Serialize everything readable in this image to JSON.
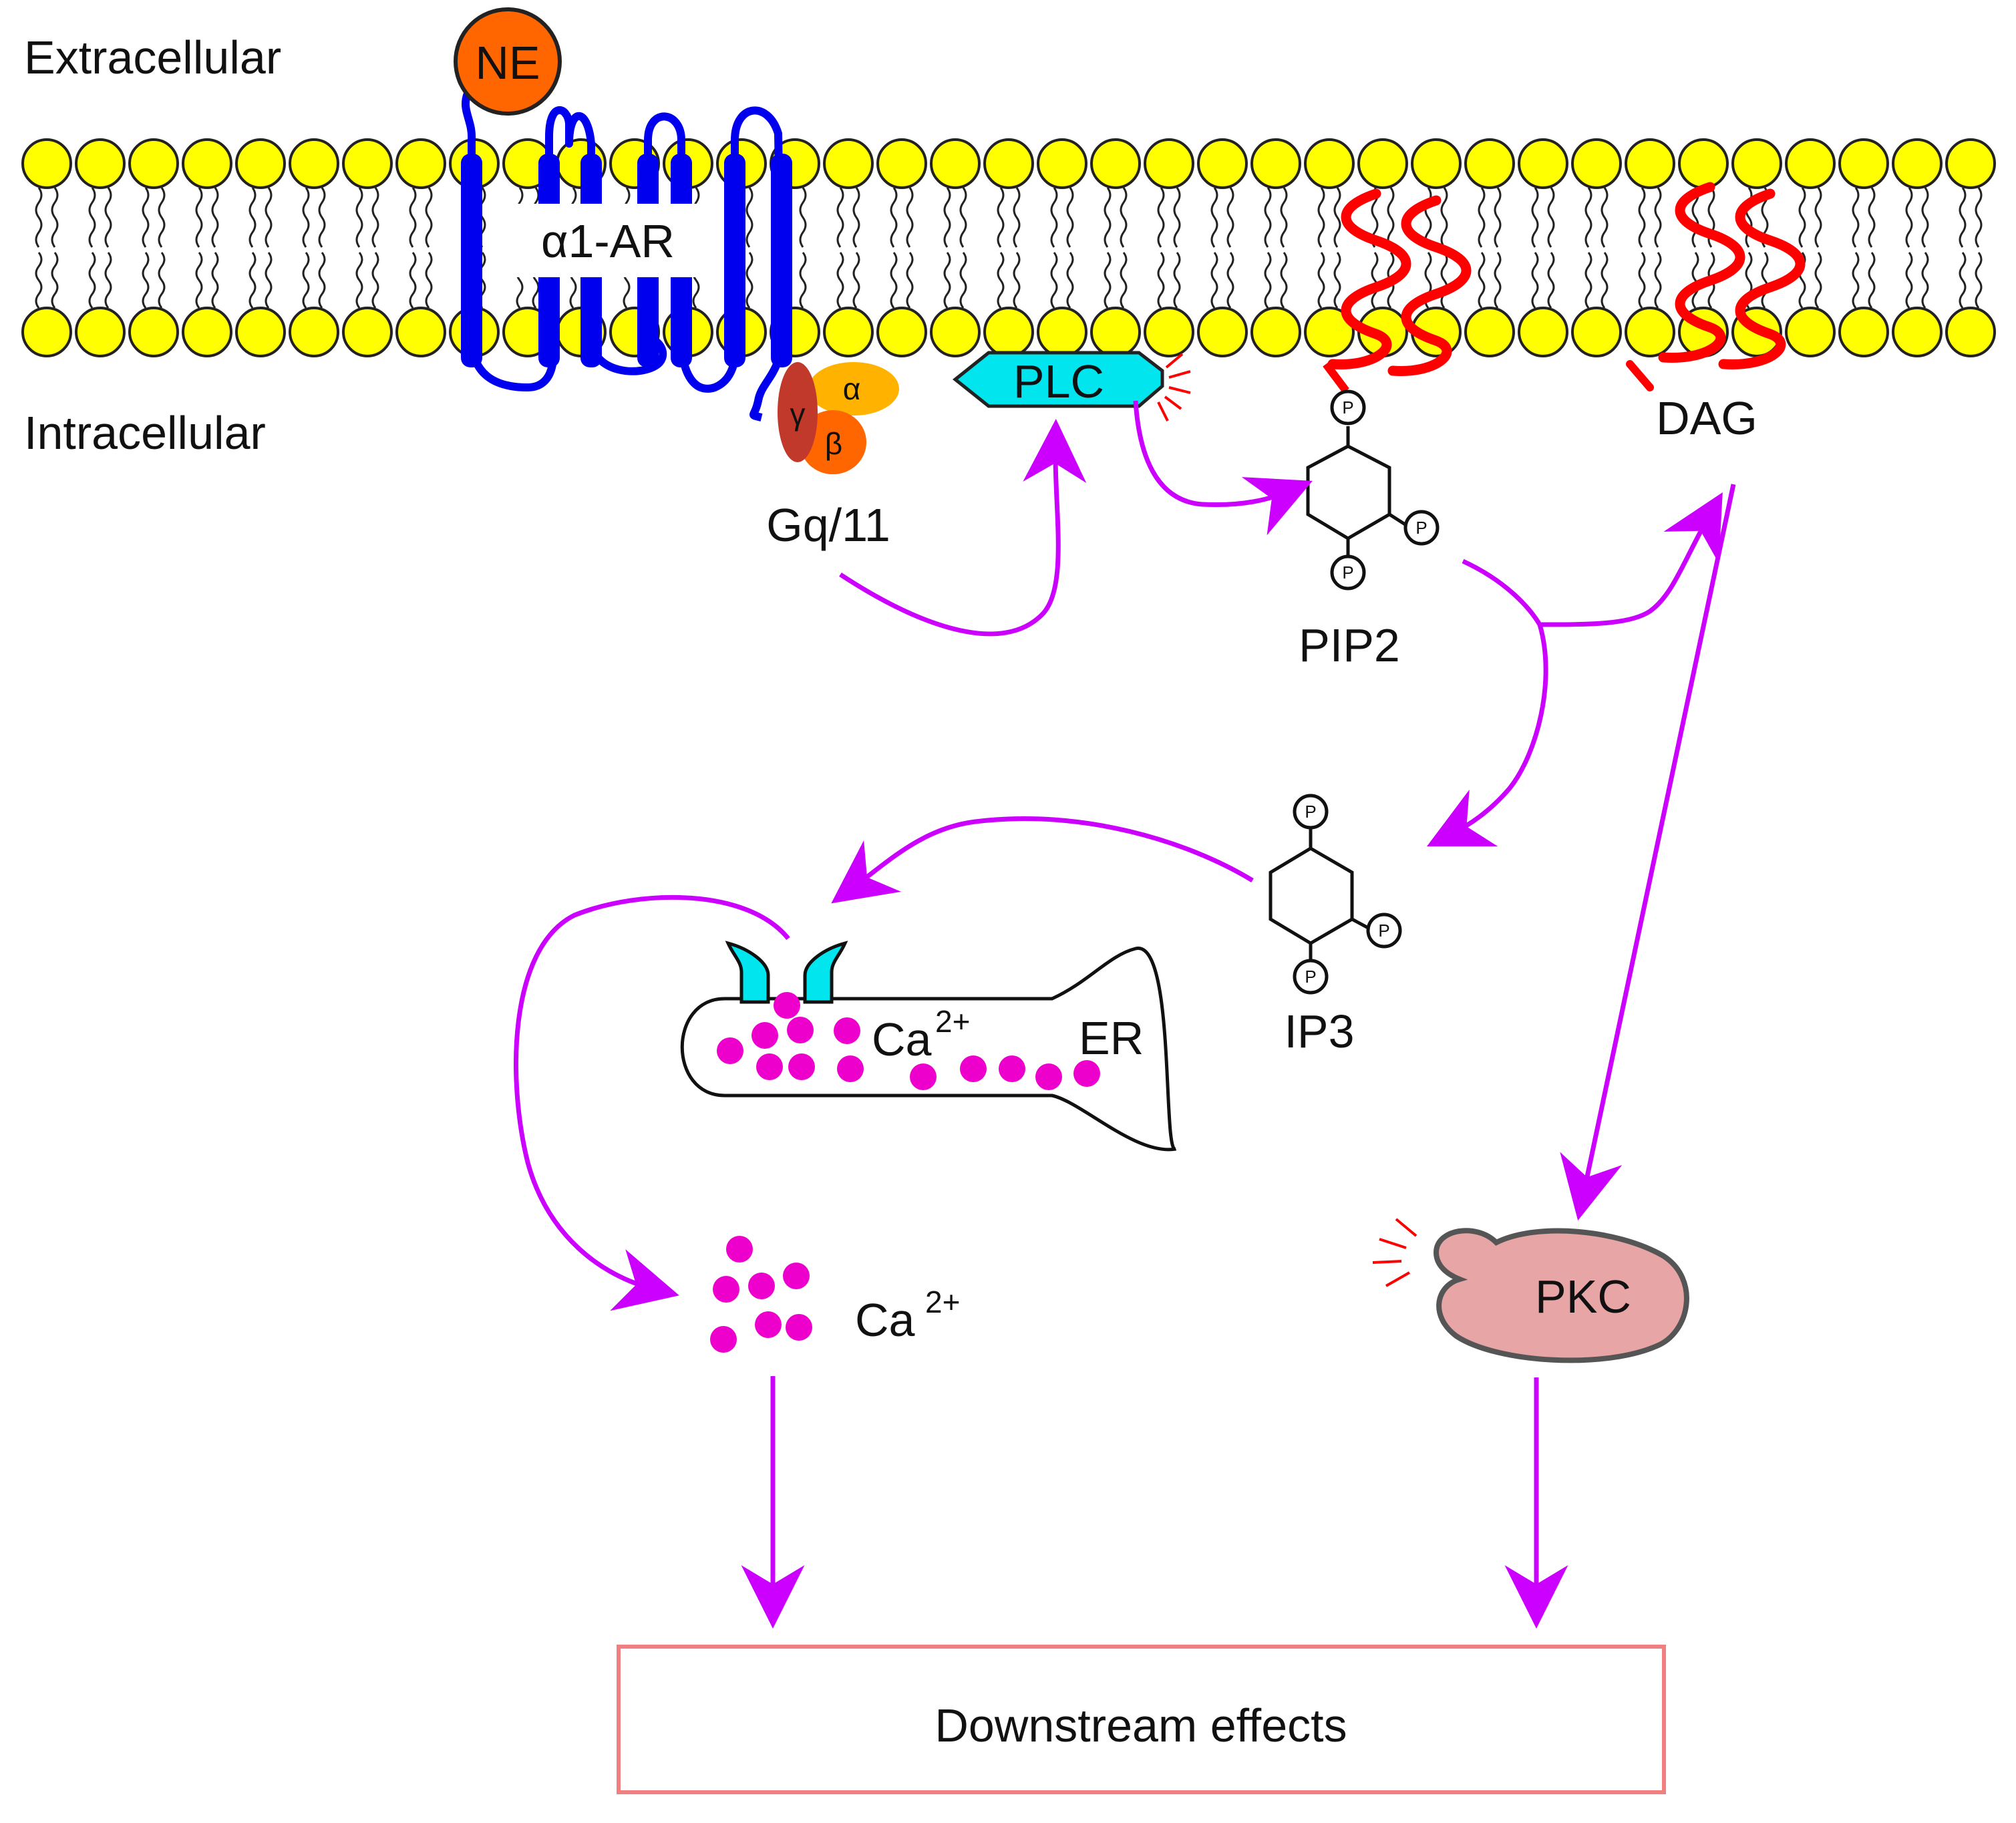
{
  "regions": {
    "extracellular": "Extracellular",
    "intracellular": "Intracellular"
  },
  "ligand": "NE",
  "receptor": "α1-AR",
  "gprotein": {
    "name": "Gq/11",
    "alpha": "α",
    "beta": "β",
    "gamma": "γ"
  },
  "enzymes": {
    "plc": "PLC",
    "pkc": "PKC"
  },
  "molecules": {
    "pip2": "PIP2",
    "ip3": "IP3",
    "dag": "DAG",
    "phosphate": "P"
  },
  "er": {
    "label": "ER",
    "calcium": "Ca",
    "calcium_charge": "2+"
  },
  "cytosolic_calcium": {
    "label": "Ca",
    "charge": "2+"
  },
  "outcome": "Downstream effects",
  "colors": {
    "arrow": "#cc00ff",
    "lipid_head": "#ffff00",
    "receptor": "#0000ee",
    "ligand": "#ff6600",
    "plc": "#00e5ee",
    "calcium": "#ee00cc",
    "dag_tail": "#ff0000",
    "pkc": "#e8a5a5",
    "outcome_border": "#f08080",
    "g_alpha": "#ffb300",
    "g_beta": "#ff6600",
    "g_gamma": "#c0392b"
  }
}
